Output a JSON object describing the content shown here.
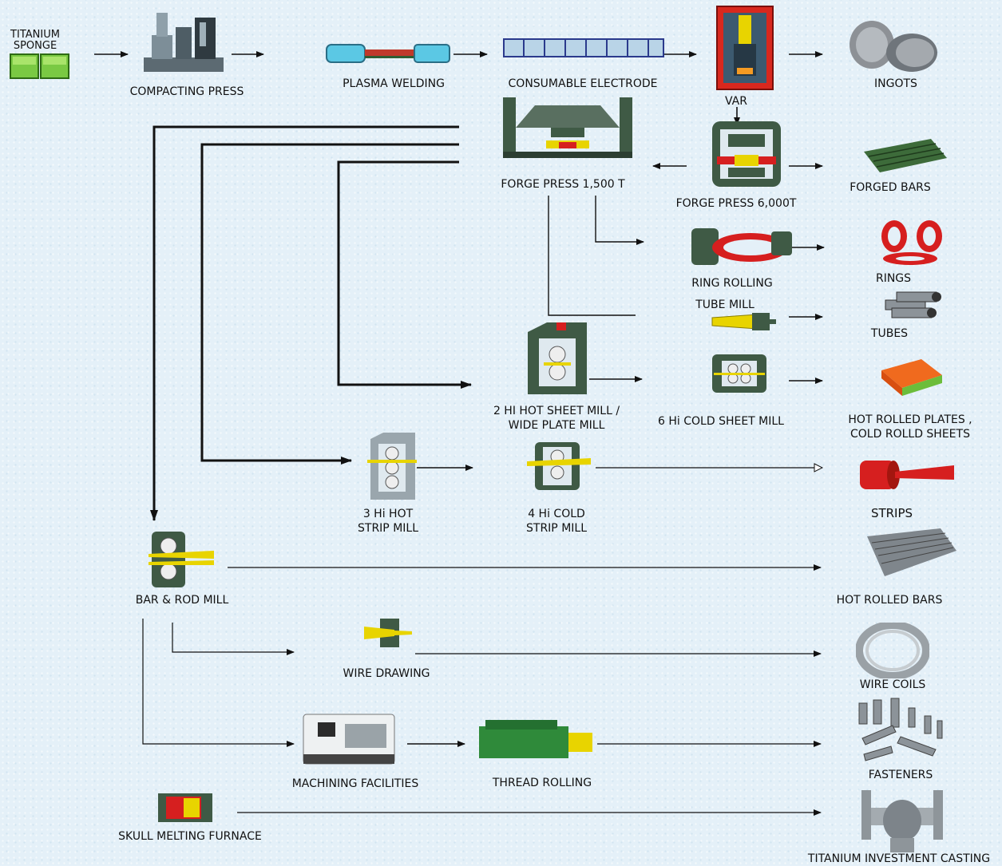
{
  "labels": {
    "titanium_sponge": [
      "TITANIUM",
      "SPONGE"
    ],
    "compacting_press": "COMPACTING PRESS",
    "plasma_welding": "PLASMA WELDING",
    "consumable_electrode": "CONSUMABLE ELECTRODE",
    "var": "VAR",
    "ingots": "INGOTS",
    "forge_press_1500": "FORGE PRESS 1,500 T",
    "forge_press_6000": "FORGE PRESS 6,000T",
    "forged_bars": "FORGED BARS",
    "ring_rolling": "RING ROLLING",
    "rings": "RINGS",
    "tube_mill": "TUBE MILL",
    "tubes": "TUBES",
    "hot_sheet_mill": [
      "2 HI HOT SHEET MILL /",
      "WIDE PLATE MILL"
    ],
    "cold_sheet_mill": "6 Hi COLD SHEET MILL",
    "plates_sheets": [
      "HOT ROLLED PLATES ,",
      "COLD ROLLD SHEETS"
    ],
    "hot_strip_mill": [
      "3 Hi HOT",
      "STRIP MILL"
    ],
    "cold_strip_mill": [
      "4 Hi COLD",
      "STRIP MILL"
    ],
    "strips": "STRIPS",
    "bar_rod_mill": "BAR & ROD MILL",
    "hot_rolled_bars": "HOT ROLLED BARS",
    "wire_drawing": "WIRE DRAWING",
    "wire_coils": "WIRE COILS",
    "machining": "MACHINING FACILITIES",
    "thread_rolling": "THREAD ROLLING",
    "fasteners": "FASTENERS",
    "skull_melting": "SKULL MELTING FURNACE",
    "investment_casting": "TITANIUM INVESTMENT CASTING"
  },
  "icons": {
    "titanium_sponge": "green-sponge-blocks-icon",
    "compacting_press": "compacting-press-machine-icon",
    "plasma_welding": "plasma-welding-machine-icon",
    "consumable_electrode": "electrode-bar-icon",
    "var": "vacuum-arc-furnace-icon",
    "ingots": "metal-ingots-icon",
    "forge_press_1500": "forge-press-icon",
    "forge_press_6000": "large-forge-press-icon",
    "forged_bars": "forged-bars-icon",
    "ring_rolling": "ring-rolling-machine-icon",
    "rings": "rings-icon",
    "tube_mill": "tube-mill-icon",
    "tubes": "tubes-icon",
    "hot_sheet_mill": "rolling-mill-stand-icon",
    "cold_sheet_mill": "cold-mill-icon",
    "plates_sheets": "plate-stack-icon",
    "hot_strip_mill": "strip-mill-icon",
    "cold_strip_mill": "cold-strip-mill-icon",
    "strips": "strip-coil-icon",
    "bar_rod_mill": "bar-rod-mill-icon",
    "hot_rolled_bars": "bar-bundle-icon",
    "wire_drawing": "wire-drawing-die-icon",
    "wire_coils": "wire-coil-icon",
    "machining": "cnc-machine-icon",
    "thread_rolling": "thread-rolling-machine-icon",
    "fasteners": "fasteners-icon",
    "skull_melting": "furnace-icon",
    "investment_casting": "valve-casting-icon"
  },
  "colors": {
    "background": "#e4f0f8",
    "machine_green": "#3f5a45",
    "accent_yellow": "#e8d400",
    "accent_red": "#d61f1f",
    "line": "#111111"
  }
}
